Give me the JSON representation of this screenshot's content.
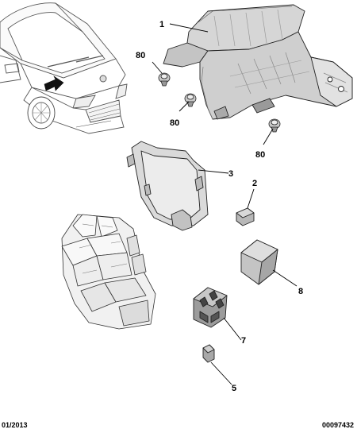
{
  "callouts": {
    "c1": "1",
    "c2": "2",
    "c3": "3",
    "c5": "5",
    "c7": "7",
    "c8": "8",
    "c80a": "80",
    "c80b": "80",
    "c80c": "80"
  },
  "footer": {
    "date": "01/2013",
    "reference": "00097432"
  },
  "colors": {
    "part_fill": "#d8d8d8",
    "part_dark": "#a8a8a8",
    "part_light": "#eeeeee",
    "outline": "#222222",
    "car_fill": "#ffffff",
    "car_line": "#555555",
    "arrow": "#111111"
  }
}
